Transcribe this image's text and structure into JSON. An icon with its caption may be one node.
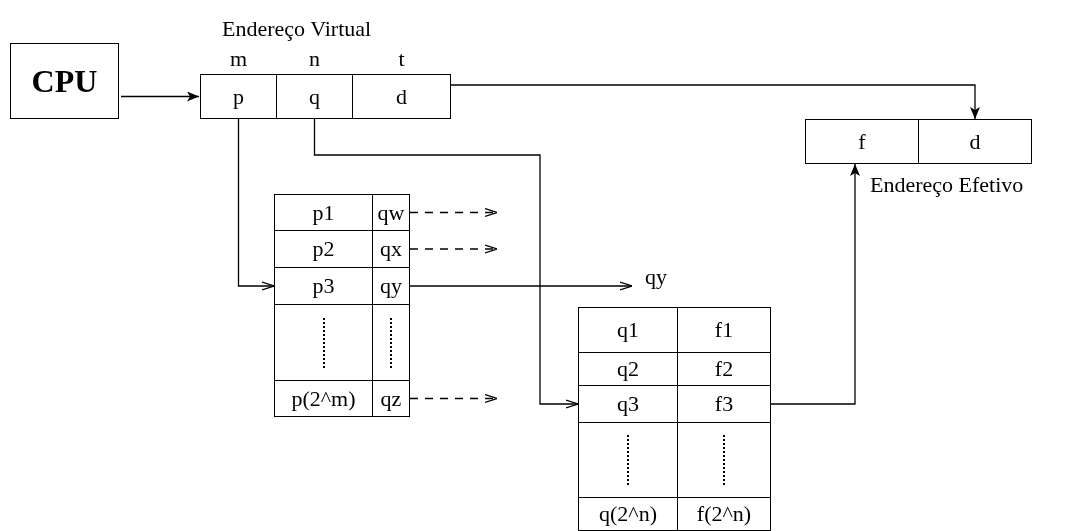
{
  "diagram": {
    "nodes": [
      {
        "text": [
          "CPU"
        ]
      },
      {
        "text": [
          "p"
        ],
        "beside": [
          "m"
        ]
      },
      {
        "text": [
          "q"
        ],
        "beside": [
          "n"
        ]
      },
      {
        "text": [
          "d"
        ],
        "beside": [
          "t"
        ]
      },
      {
        "text": [
          "f"
        ]
      },
      {
        "text": [
          "d"
        ]
      },
      {
        "text": [
          "p1"
        ]
      },
      {
        "text": [
          "qw"
        ]
      },
      {
        "text": [
          "p2"
        ]
      },
      {
        "text": [
          "qx"
        ]
      },
      {
        "text": [
          "p3"
        ]
      },
      {
        "text": [
          "qy"
        ]
      },
      {
        "text": [],
        "shape": "box"
      },
      {
        "text": [],
        "shape": "box"
      },
      {
        "text": [
          "p(2^m)"
        ]
      },
      {
        "text": [
          "qz"
        ]
      },
      {
        "text": [
          "qy"
        ]
      },
      {
        "text": [
          "q1"
        ]
      },
      {
        "text": [
          "f1"
        ]
      },
      {
        "text": [
          "q2"
        ]
      },
      {
        "text": [
          "f2"
        ]
      },
      {
        "text": [
          "q3"
        ]
      },
      {
        "text": [
          "f3"
        ]
      },
      {
        "text": [],
        "shape": "box"
      },
      {
        "text": [],
        "shape": "box"
      },
      {
        "text": [
          "q(2^n)"
        ]
      },
      {
        "text": [
          "f(2^n)"
        ]
      }
    ],
    "edges": [
      {
        "from": 0,
        "to": 1,
        "arrow": "to"
      },
      {
        "from": 3,
        "to": 5,
        "arrow": "to"
      },
      {
        "from": 1,
        "to": 10,
        "arrow": "to"
      },
      {
        "from": 2,
        "to": 21,
        "arrow": "to"
      },
      {
        "from": 11,
        "to": 16,
        "arrow": "to"
      },
      {
        "from": 7,
        "to": null,
        "arrow": "to",
        "style": "dashed"
      },
      {
        "from": 9,
        "to": null,
        "arrow": "to",
        "style": "dashed"
      },
      {
        "from": 15,
        "to": null,
        "arrow": "to",
        "style": "dashed"
      },
      {
        "from": 22,
        "to": 4,
        "arrow": "to"
      }
    ],
    "labels": [
      "Endereço Virtual",
      "Endereço Efetivo"
    ]
  }
}
